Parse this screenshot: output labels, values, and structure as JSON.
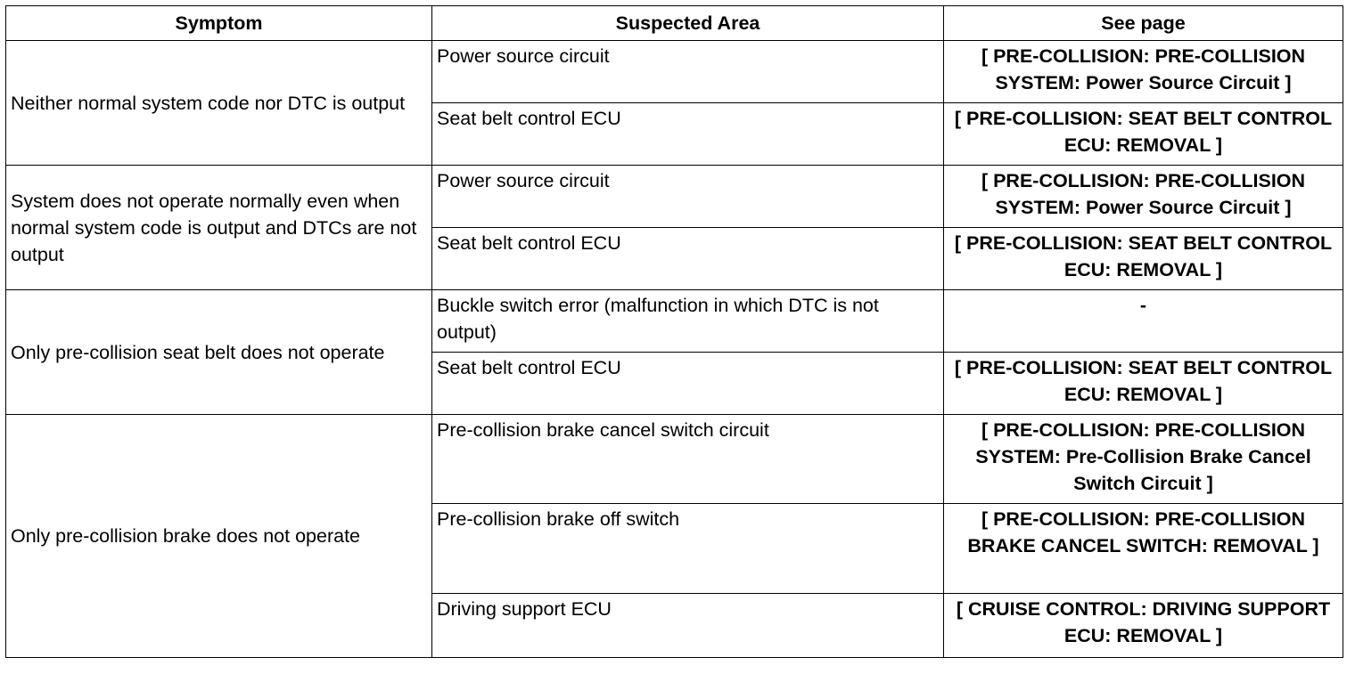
{
  "header": {
    "symptom": "Symptom",
    "area": "Suspected Area",
    "page": "See page"
  },
  "groups": [
    {
      "symptom": "Neither normal system code nor DTC is output",
      "rows": [
        {
          "area": "Power source circuit",
          "page": "[ PRE-COLLISION: PRE-COLLISION SYSTEM: Power Source Circuit ]"
        },
        {
          "area": "Seat belt control ECU",
          "page": "[ PRE-COLLISION: SEAT BELT CONTROL ECU: REMOVAL ]"
        }
      ]
    },
    {
      "symptom": "System does not operate normally even when normal system code is output and DTCs are not output",
      "rows": [
        {
          "area": "Power source circuit",
          "page": "[ PRE-COLLISION: PRE-COLLISION SYSTEM: Power Source Circuit ]"
        },
        {
          "area": "Seat belt control ECU",
          "page": "[ PRE-COLLISION: SEAT BELT CONTROL ECU: REMOVAL ]"
        }
      ]
    },
    {
      "symptom": "Only pre-collision seat belt does not operate",
      "rows": [
        {
          "area": "Buckle switch error (malfunction in which DTC is not output)",
          "page": "-"
        },
        {
          "area": "Seat belt control ECU",
          "page": "[ PRE-COLLISION: SEAT BELT CONTROL ECU: REMOVAL ]"
        }
      ]
    },
    {
      "symptom": "Only pre-collision brake does not operate",
      "rows": [
        {
          "area": "Pre-collision brake cancel switch circuit",
          "page": "[ PRE-COLLISION: PRE-COLLISION SYSTEM: Pre-Collision Brake Cancel Switch Circuit ]"
        },
        {
          "area": "Pre-collision brake off switch",
          "page": "[ PRE-COLLISION: PRE-COLLISION BRAKE CANCEL SWITCH: REMOVAL ]"
        },
        {
          "area": "Driving support ECU",
          "page": "[ CRUISE CONTROL: DRIVING SUPPORT ECU: REMOVAL ]"
        }
      ]
    }
  ]
}
